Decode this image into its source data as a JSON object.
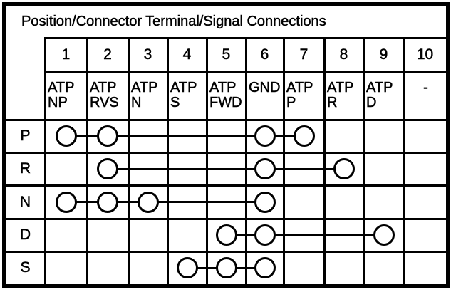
{
  "title": "Position/Connector Terminal/Signal Connections",
  "terminals": [
    "1",
    "2",
    "3",
    "4",
    "5",
    "6",
    "7",
    "8",
    "9",
    "10"
  ],
  "signals": [
    {
      "terminal": "1",
      "label": "ATP NP",
      "lines": [
        "ATP",
        "NP"
      ]
    },
    {
      "terminal": "2",
      "label": "ATP RVS",
      "lines": [
        "ATP",
        "RVS"
      ]
    },
    {
      "terminal": "3",
      "label": "ATP N",
      "lines": [
        "ATP",
        "N"
      ]
    },
    {
      "terminal": "4",
      "label": "ATP S",
      "lines": [
        "ATP",
        "S"
      ]
    },
    {
      "terminal": "5",
      "label": "ATP FWD",
      "lines": [
        "ATP",
        "FWD"
      ]
    },
    {
      "terminal": "6",
      "label": "GND",
      "lines": [
        "GND"
      ]
    },
    {
      "terminal": "7",
      "label": "ATP P",
      "lines": [
        "ATP",
        "P"
      ]
    },
    {
      "terminal": "8",
      "label": "ATP R",
      "lines": [
        "ATP",
        "R"
      ]
    },
    {
      "terminal": "9",
      "label": "ATP D",
      "lines": [
        "ATP",
        "D"
      ]
    },
    {
      "terminal": "10",
      "label": "-",
      "lines": [
        "-"
      ]
    }
  ],
  "positions": [
    {
      "label": "P",
      "connected_terminals": [
        1,
        2,
        6,
        7
      ]
    },
    {
      "label": "R",
      "connected_terminals": [
        2,
        6,
        8
      ]
    },
    {
      "label": "N",
      "connected_terminals": [
        1,
        2,
        3,
        6
      ]
    },
    {
      "label": "D",
      "connected_terminals": [
        5,
        6,
        9
      ]
    },
    {
      "label": "S",
      "connected_terminals": [
        4,
        5,
        6
      ]
    }
  ],
  "colors": {
    "ink": "#000000",
    "paper": "#ffffff"
  }
}
